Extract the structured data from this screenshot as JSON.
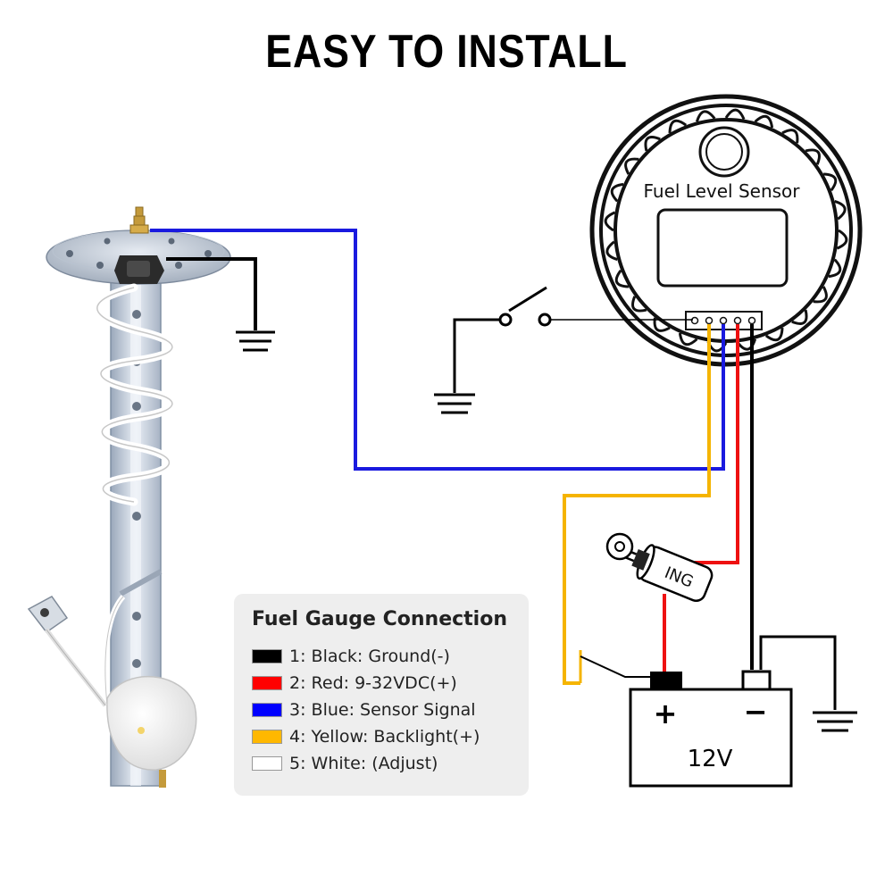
{
  "title": "EASY TO INSTALL",
  "gauge": {
    "label": "Fuel Level Sensor"
  },
  "key_switch": {
    "label": "ING"
  },
  "battery": {
    "label": "12V",
    "plus": "+",
    "minus": "−"
  },
  "legend": {
    "title": "Fuel Gauge Connection",
    "items": [
      {
        "text": "1: Black: Ground(-)",
        "color": "#000000"
      },
      {
        "text": "2: Red: 9-32VDC(+)",
        "color": "#ff0000"
      },
      {
        "text": "3: Blue: Sensor Signal",
        "color": "#0000ff"
      },
      {
        "text": "4: Yellow: Backlight(+)",
        "color": "#ffb800"
      },
      {
        "text": "5: White: (Adjust)",
        "color": "#ffffff"
      }
    ]
  },
  "wire_colors": {
    "black": "#000000",
    "red": "#ee1111",
    "blue": "#1a1adf",
    "yellow": "#f5b400",
    "white": "#ffffff"
  }
}
